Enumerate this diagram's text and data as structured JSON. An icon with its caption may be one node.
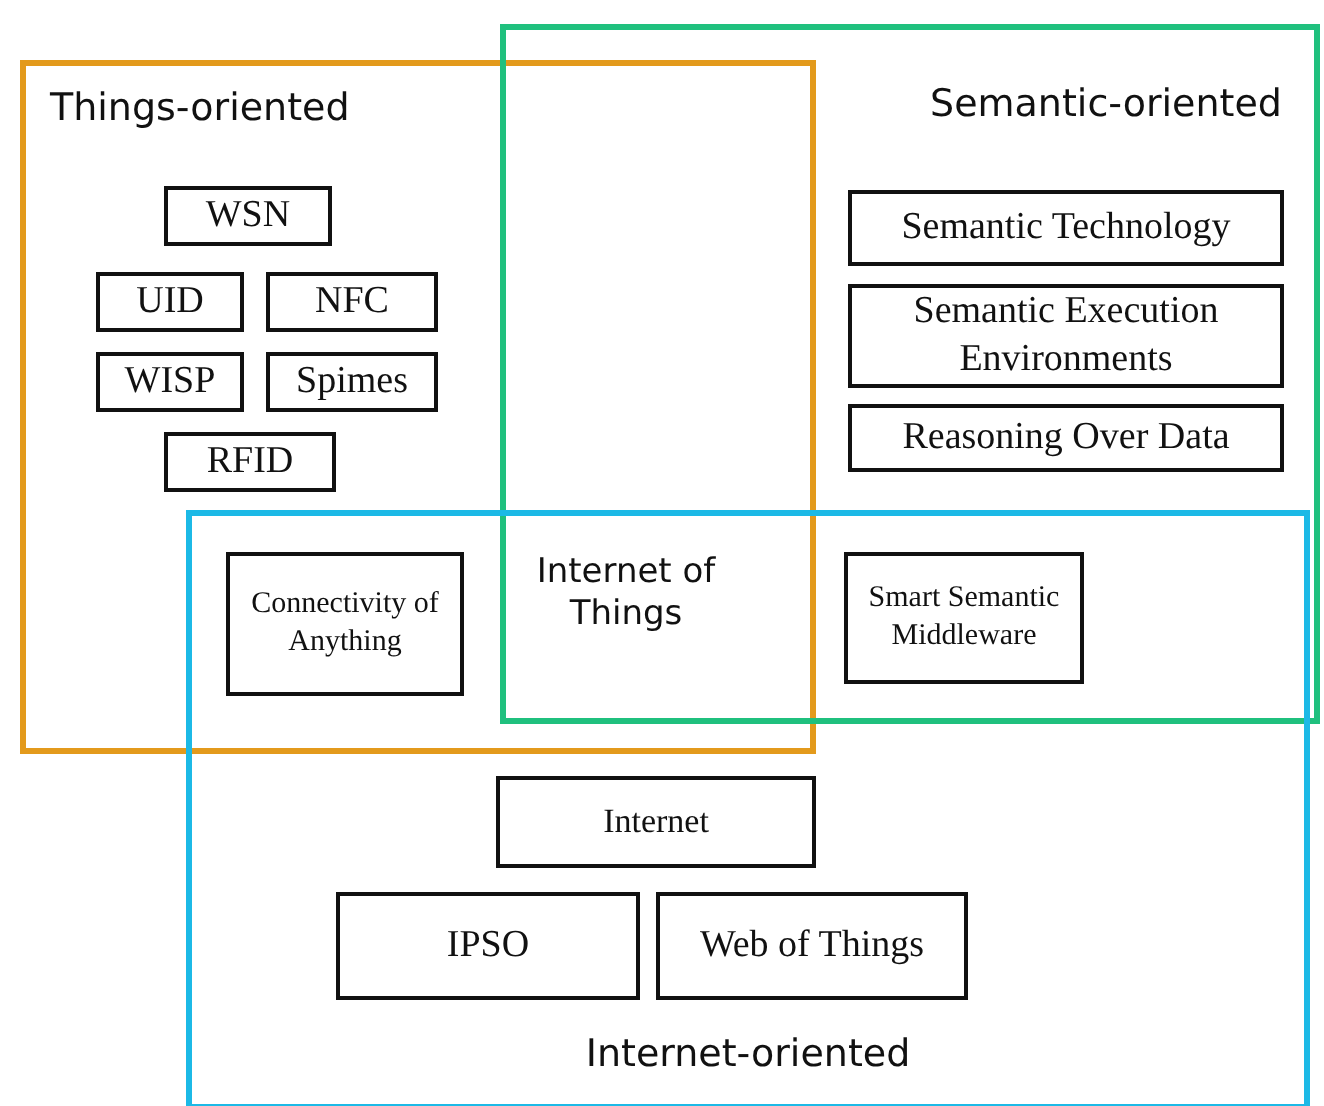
{
  "diagram": {
    "nodes": [
      {
        "text": [
          "Things-oriented"
        ]
      },
      {
        "text": [
          "Semantic-oriented"
        ]
      },
      {
        "text": [
          "Internet-oriented"
        ]
      },
      {
        "text": [
          "WSN"
        ],
        "in": 0
      },
      {
        "text": [
          "UID"
        ],
        "in": 0
      },
      {
        "text": [
          "NFC"
        ],
        "in": 0
      },
      {
        "text": [
          "WISP"
        ],
        "in": 0
      },
      {
        "text": [
          "Spimes"
        ],
        "in": 0
      },
      {
        "text": [
          "RFID"
        ],
        "in": 0
      },
      {
        "text": [
          "Semantic Technology"
        ],
        "in": 1
      },
      {
        "text": [
          "Semantic Execution Environments"
        ],
        "in": 1
      },
      {
        "text": [
          "Reasoning Over Data"
        ],
        "in": 1
      },
      {
        "text": [
          "Connectivity of Anything"
        ]
      },
      {
        "text": [
          "Smart Semantic Middleware"
        ]
      },
      {
        "text": [
          "Internet"
        ],
        "in": 2
      },
      {
        "text": [
          "IPSO"
        ],
        "in": 2
      },
      {
        "text": [
          "Web of Things"
        ],
        "in": 2
      }
    ],
    "labels": [
      "Internet of Things"
    ]
  }
}
